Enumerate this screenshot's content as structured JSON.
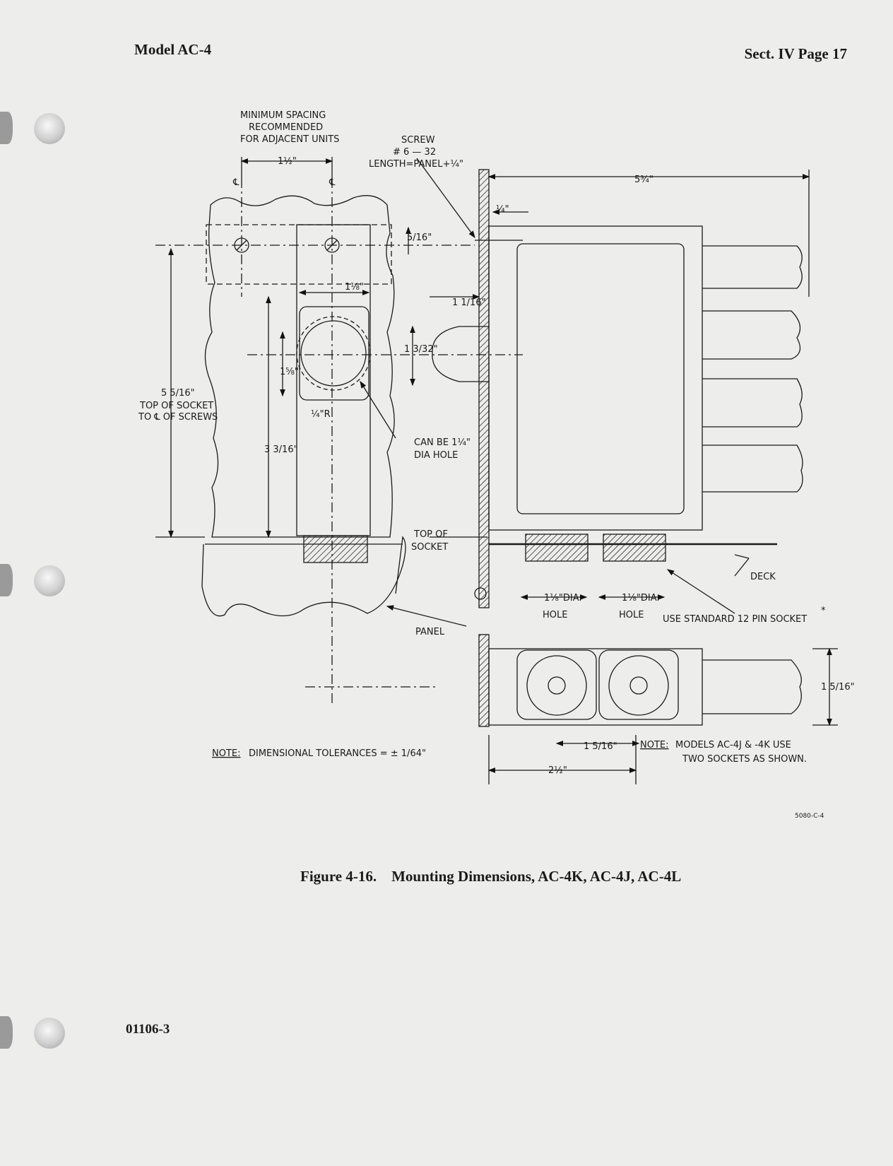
{
  "header": {
    "model": "Model AC-4",
    "section_page": "Sect. IV  Page 17"
  },
  "labels": {
    "min_spacing_1": "MINIMUM SPACING",
    "min_spacing_2": "RECOMMENDED",
    "min_spacing_3": "FOR ADJACENT UNITS",
    "spacing_dim": "1½\"",
    "screw_1": "SCREW",
    "screw_2": "# 6 — 32",
    "screw_3": "LENGTH=PANEL+¼\"",
    "dim_5_3_4": "5¾\"",
    "dim_1_4": "¼\"",
    "dim_5_16": "5/16\"",
    "dim_1_1_8_top": "1⅛\"",
    "dim_1_1_16": "1 1/16\"",
    "dim_1_3_32": "1 3/32\"",
    "dim_1_5_8": "1⅝\"",
    "radius": "¼\"R",
    "dim_5_5_16": "5 5/16\"",
    "top_socket_screws_1": "TOP OF SOCKET",
    "top_socket_screws_2": "TO ℄ OF SCREWS",
    "dim_3_3_16": "3 3/16\"",
    "can_be_1": "CAN BE 1¼\"",
    "can_be_2": "DIA HOLE",
    "top_of_socket_1": "TOP OF",
    "top_of_socket_2": "SOCKET",
    "deck": "DECK",
    "dia_hole_1": "1⅛\"DIA.",
    "dia_hole_2": "1⅛\"DIA.",
    "hole_1": "HOLE",
    "hole_2": "HOLE",
    "panel": "PANEL",
    "use_standard": "USE STANDARD 12 PIN SOCKET",
    "asterisk": "*",
    "dim_1_5_16_side": "1 5/16\"",
    "dim_1_5_16_bottom": "1 5/16\"",
    "dim_2_1_2": "2½\"",
    "note_tol_label": "NOTE:",
    "note_tol_text": "DIMENSIONAL TOLERANCES = ± 1/64\"",
    "note_models_label": "NOTE:",
    "note_models_text_1": "MODELS AC-4J & -4K USE",
    "note_models_text_2": "TWO  SOCKETS AS SHOWN.",
    "centerline": "℄"
  },
  "figure_ref": "5080-C-4",
  "caption": "Figure 4-16.    Mounting Dimensions, AC-4K, AC-4J, AC-4L",
  "doc_number": "01106-3"
}
